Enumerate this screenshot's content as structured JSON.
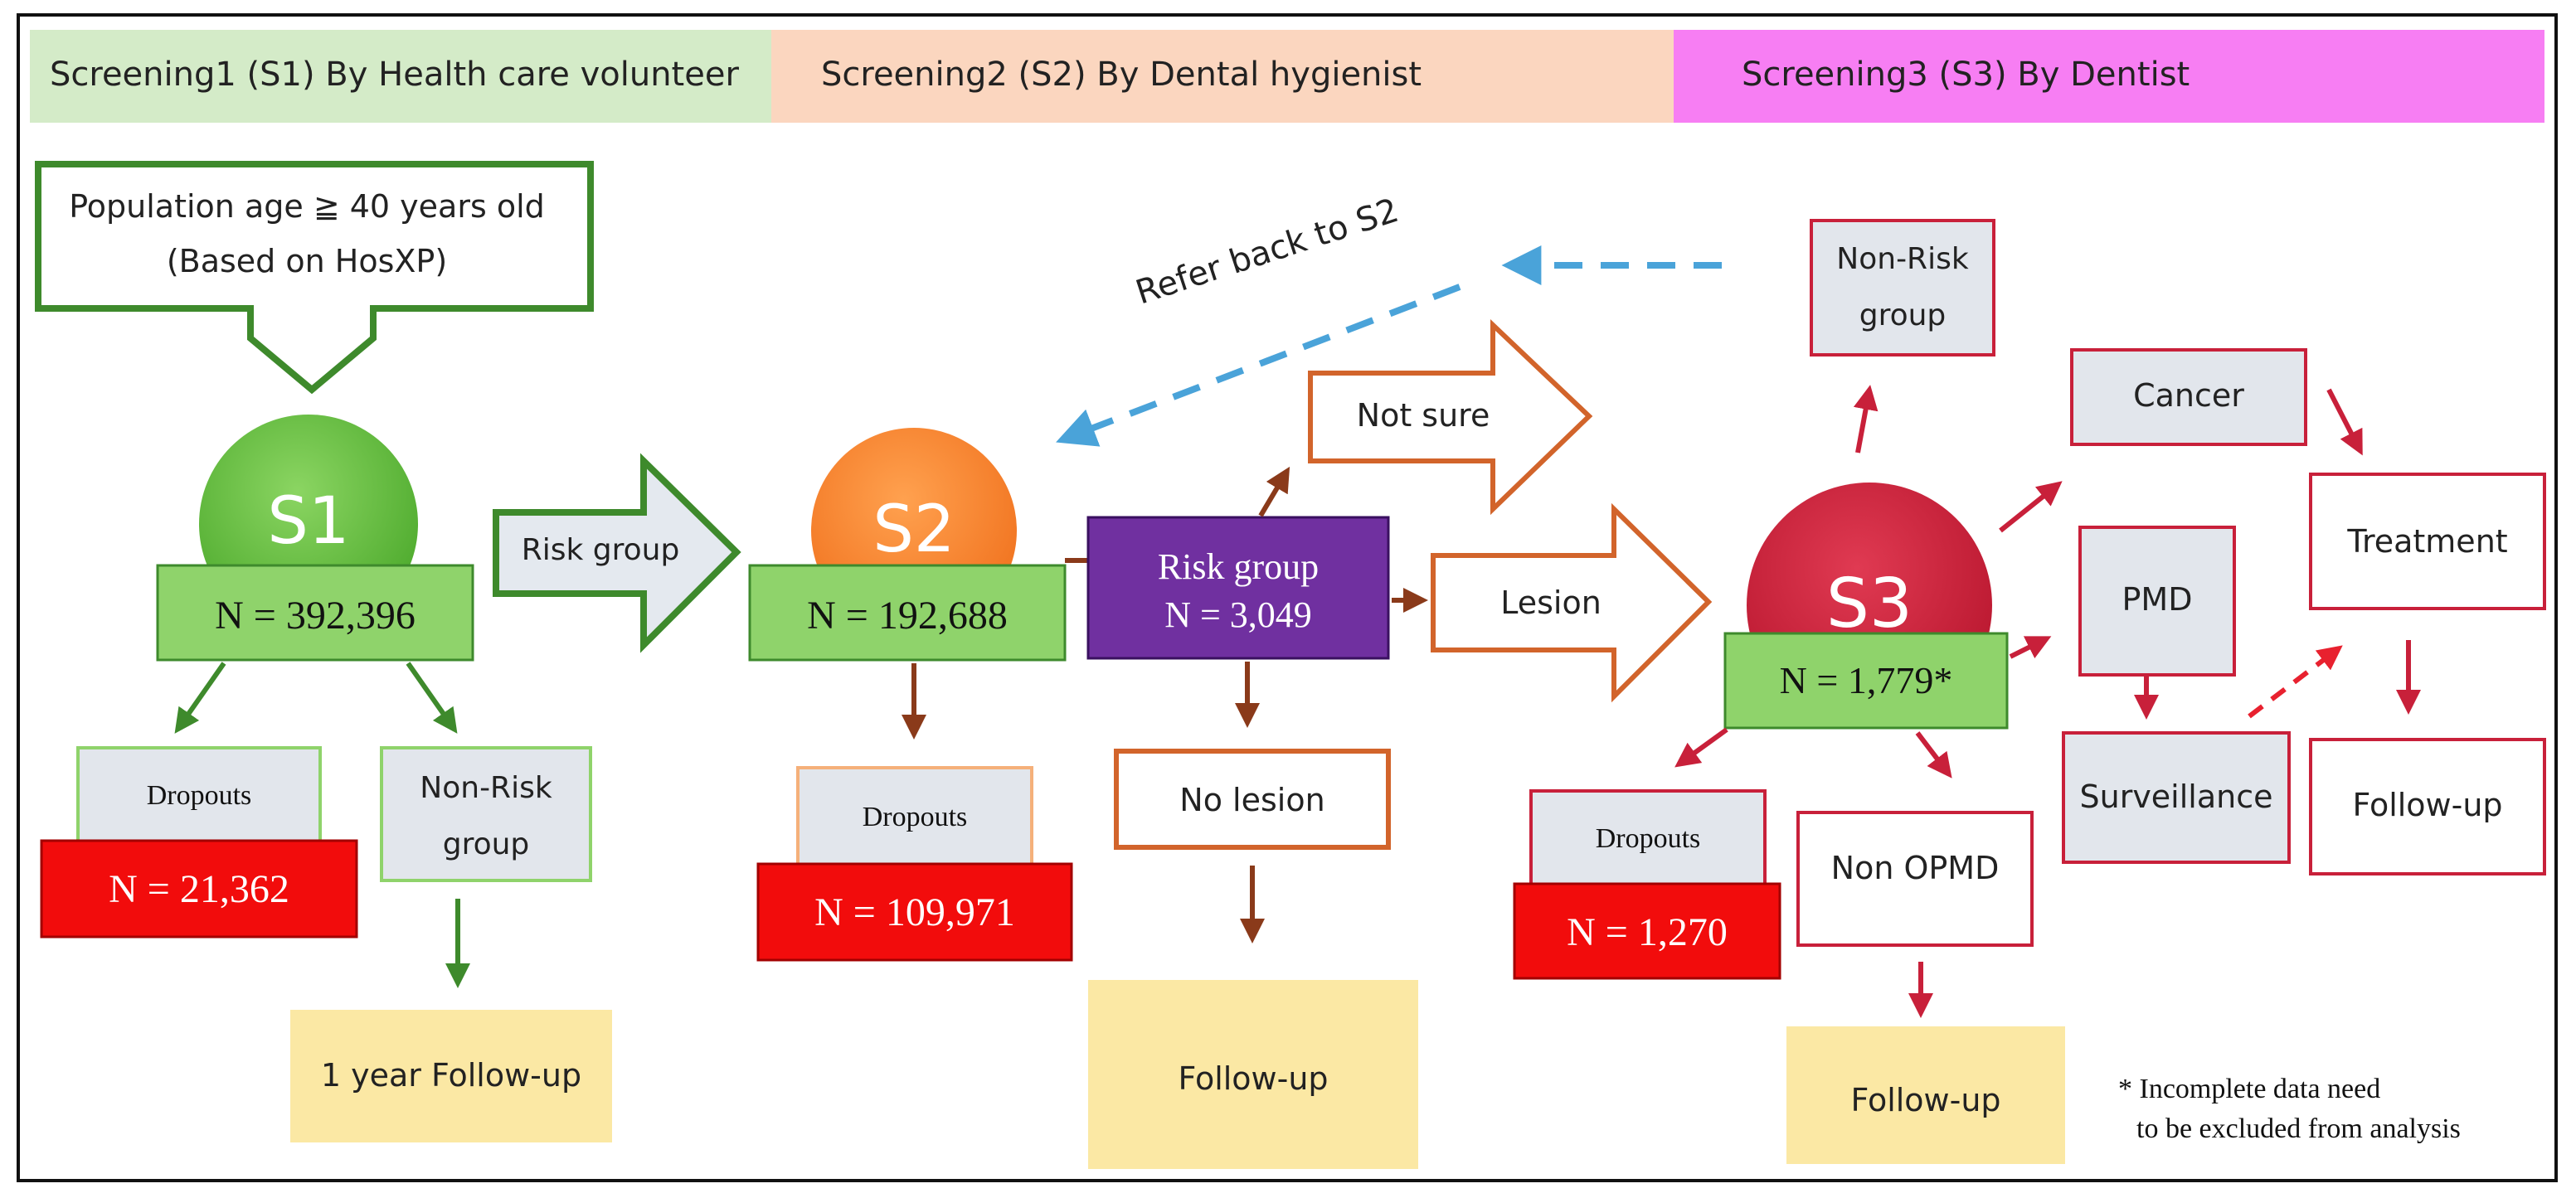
{
  "header": {
    "s1": "Screening1 (S1)  By Health care volunteer",
    "s2": "Screening2 (S2)  By Dental hygienist",
    "s3": "Screening3 (S3)  By Dentist"
  },
  "population": {
    "line1": "Population age ≧ 40 years old",
    "line2": "(Based on HosXP)"
  },
  "s1": {
    "label": "S1",
    "n": "N = 392,396",
    "risk_arrow": "Risk group",
    "dropouts": "Dropouts",
    "dropouts_n": "N = 21,362",
    "nonrisk_line1": "Non-Risk",
    "nonrisk_line2": "group",
    "followup": "1 year Follow-up"
  },
  "s2": {
    "label": "S2",
    "n": "N = 192,688",
    "dropouts": "Dropouts",
    "dropouts_n": "N = 109,971",
    "risk_line1": "Risk group",
    "risk_line2": "N = 3,049",
    "not_sure": "Not sure",
    "lesion": "Lesion",
    "no_lesion": "No lesion",
    "followup": "Follow-up",
    "refer_back": "Refer back to S2"
  },
  "s3": {
    "label": "S3",
    "n": "N = 1,779*",
    "nonrisk_line1": "Non-Risk",
    "nonrisk_line2": "group",
    "dropouts": "Dropouts",
    "dropouts_n": "N = 1,270",
    "non_opmd": "Non OPMD",
    "followup": "Follow-up",
    "cancer": "Cancer",
    "pmd": "PMD",
    "treatment": "Treatment",
    "surveillance": "Surveillance",
    "followup2": "Follow-up"
  },
  "footnote": {
    "line1": "* Incomplete data need",
    "line2": "to be excluded from analysis"
  },
  "colors": {
    "green_dark": "#3e8a2c",
    "green_fill": "#8fd36b",
    "green_box": "#5fb83a",
    "red": "#f20c0c",
    "purple": "#7030a0",
    "orange": "#d2642b",
    "s2_circle": "#f5802f",
    "s3_circle": "#c8203a",
    "crimson": "#c8203a",
    "blue_dash": "#4aa3d9",
    "yellow": "#fbe8a4",
    "grey_box": "#e2e6ec"
  }
}
